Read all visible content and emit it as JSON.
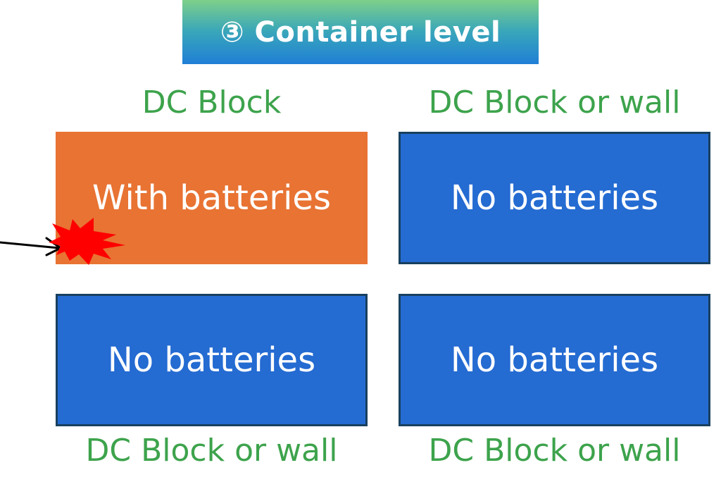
{
  "title": {
    "text": "③ Container level"
  },
  "grid": {
    "top_left": {
      "label": "DC Block",
      "box_text": "With batteries",
      "color": "#e87333"
    },
    "top_right": {
      "label": "DC Block or wall",
      "box_text": "No batteries",
      "color": "#246bd2"
    },
    "bottom_left": {
      "label": "DC Block or wall",
      "box_text": "No batteries",
      "color": "#246bd2"
    },
    "bottom_right": {
      "label": "DC Block or wall",
      "box_text": "No batteries",
      "color": "#246bd2"
    }
  },
  "colors": {
    "label_green": "#3da34c",
    "box_border": "#18405f",
    "burst_red": "#ff0000",
    "arrow": "#000000"
  },
  "icons": {
    "event": "explosion-burst-icon",
    "pointer": "arrow-icon"
  }
}
